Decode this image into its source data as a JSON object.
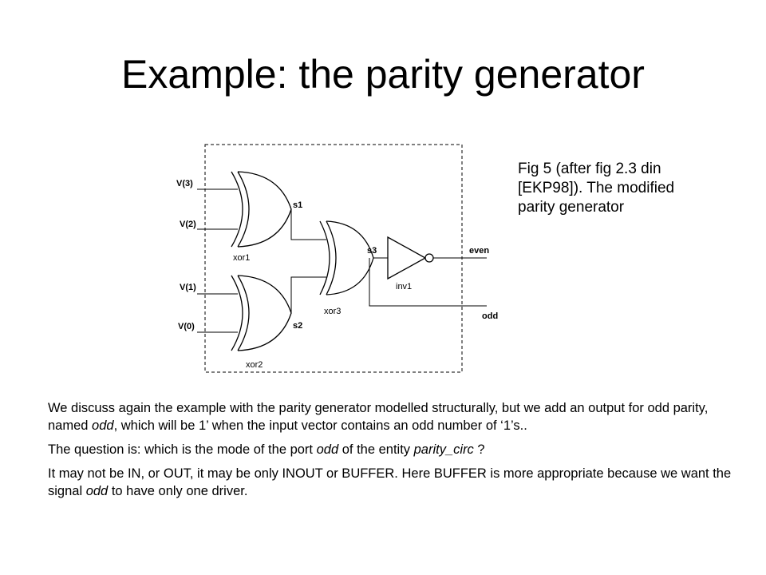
{
  "slide": {
    "title": "Example: the parity generator",
    "caption": "Fig 5 (after  fig 2.3 din [EKP98]). The modified parity generator"
  },
  "diagram": {
    "inputs": [
      "V(3)",
      "V(2)",
      "V(1)",
      "V(0)"
    ],
    "signals": [
      "s1",
      "s2",
      "s3"
    ],
    "gates": [
      "xor1",
      "xor2",
      "xor3",
      "inv1"
    ],
    "outputs": [
      "even",
      "odd"
    ]
  },
  "body": {
    "p1": {
      "a": "We discuss again the example with the parity generator modelled structurally, but we add an output for odd parity, named ",
      "em": "odd",
      "b": ", which will be 1’ when the input vector contains an odd number of ‘1’s.."
    },
    "p2": {
      "a": "The question is: which is the mode of the port ",
      "em1": "odd",
      "b": " of the entity ",
      "em2": "parity_circ",
      "c": " ?"
    },
    "p3": {
      "a": "It may not be IN, or OUT, it may be only INOUT or BUFFER. Here BUFFER is more appropriate because we want the signal ",
      "em": "odd",
      "b": " to have only one driver."
    }
  }
}
